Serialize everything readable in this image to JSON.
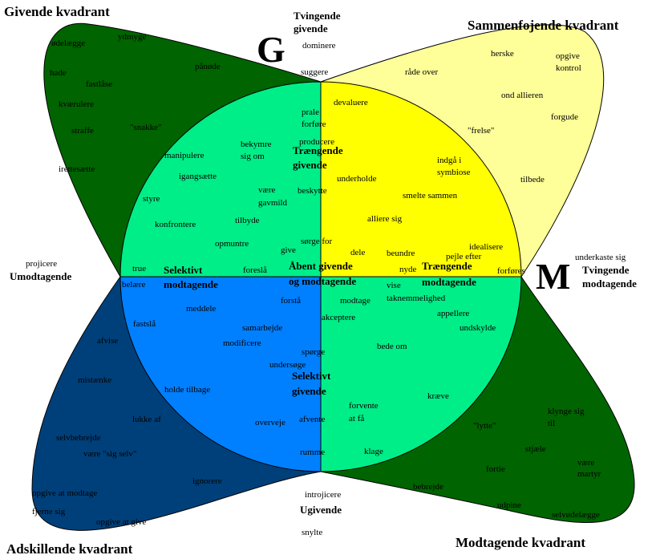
{
  "colors": {
    "green_petal": "#006400",
    "yellow_petal": "#ffff99",
    "dark_blue_petal": "#00407a",
    "light_green": "#00ee88",
    "yellow_core": "#ffff00",
    "blue_core": "#0080ff",
    "text_on_dark": "#000000"
  },
  "corners": {
    "top_left": "Givende kvadrant",
    "top_right": "Sammenfojende kvadrant",
    "bottom_left": "Adskillende kvadrant",
    "bottom_right": "Modtagende kvadrant"
  },
  "letters": {
    "g": "G",
    "m": "M"
  },
  "axis_labels": {
    "top_1": "Tvingende",
    "top_2": "givende",
    "top_3": "dominere",
    "top_4": "suggere",
    "right_1": "underkaste sig",
    "right_2": "Tvingende",
    "right_3": "modtagende",
    "left_1": "projicere",
    "left_2": "Umodtagende",
    "bottom_1": "introjicere",
    "bottom_2": "Ugivende",
    "bottom_3": "snylte"
  },
  "center_labels": {
    "tl_1": "Trængende",
    "tl_2": "givende",
    "tr_1": "Trængende",
    "tr_2": "modtagende",
    "bl_1": "Selektivt",
    "bl_2": "modtagende",
    "br_1": "Selektivt",
    "br_2": "givende",
    "mid_1": "Åbent givende",
    "mid_2": "og modtagende"
  },
  "words": {
    "tl_petal": [
      "ydmyge",
      "ødelægge",
      "pånøde",
      "hade",
      "fastlåse",
      "kværulere",
      "straffe",
      "\"snakke\"",
      "irettesætte"
    ],
    "tr_petal": [
      "herske",
      "opgive",
      "kontrol",
      "råde over",
      "ond allieren",
      "forgude",
      "\"frelse\"",
      "tilbede"
    ],
    "bl_petal": [
      "afvise",
      "mistænke",
      "lukke af",
      "selvbebrejde",
      "være \"sig selv\"",
      "ignorere",
      "opgive at modtage",
      "fjerne sig",
      "opgive at give"
    ],
    "br_petal": [
      "klynge sig",
      "til",
      "\"lytte\"",
      "stjæle",
      "være",
      "martyr",
      "fortie",
      "bebrejde",
      "udpine",
      "selvødelægge"
    ],
    "tl_core": [
      "prale",
      "forføre",
      "producere",
      "bekymre",
      "sig om",
      "manipulere",
      "igangsætte",
      "være",
      "gavmild",
      "beskytte",
      "styre",
      "tilbyde",
      "konfrontere",
      "opmuntre",
      "give",
      "sørge for",
      "true",
      "foreslå"
    ],
    "tr_core": [
      "devaluere",
      "indgå i",
      "symbiose",
      "underholde",
      "smelte sammen",
      "alliere sig",
      "idealisere",
      "dele",
      "beundre",
      "pejle efter",
      "nyde",
      "forføres"
    ],
    "bl_core": [
      "belære",
      "forstå",
      "meddele",
      "fastslå",
      "samarbejde",
      "modificere",
      "spørge",
      "undersøge",
      "holde tilbage",
      "overveje",
      "afvente",
      "rumme"
    ],
    "br_core": [
      "vise",
      "taknemmelighed",
      "modtage",
      "appellere",
      "akceptere",
      "undskylde",
      "bede om",
      "kræve",
      "forvente",
      "at få",
      "klage"
    ]
  }
}
